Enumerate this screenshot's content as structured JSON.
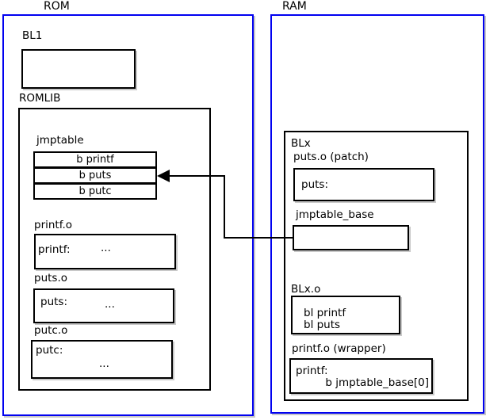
{
  "diagram": {
    "rom": {
      "title": "ROM",
      "bl1": {
        "label": "BL1"
      },
      "romlib": {
        "label": "ROMLIB",
        "jmptable": {
          "label": "jmptable",
          "entries": [
            "b printf",
            "b puts",
            "b putc"
          ]
        },
        "printf_o": {
          "label": "printf.o",
          "symbol": "printf:",
          "body": "..."
        },
        "puts_o": {
          "label": "puts.o",
          "symbol": "puts:",
          "body": "..."
        },
        "putc_o": {
          "label": "putc.o",
          "symbol": "putc:",
          "body": "..."
        }
      }
    },
    "ram": {
      "title": "RAM",
      "blx": {
        "label": "BLx",
        "puts_patch": {
          "label": "puts.o (patch)",
          "symbol": "puts:"
        },
        "jmptable_base": {
          "label": "jmptable_base"
        },
        "blx_o": {
          "label": "BLx.o",
          "line1": "bl printf",
          "line2": "bl puts"
        },
        "printf_wrapper": {
          "label": "printf.o (wrapper)",
          "symbol": "printf:",
          "body": "b jmptable_base[0]"
        }
      }
    },
    "arrow": {
      "meaning": "jmptable_base points to jmptable b puts entry"
    },
    "colors": {
      "frame_blue": "#0101f0",
      "line_black": "#000000",
      "shadow_gray": "#c8c8c8",
      "background": "#ffffff"
    }
  }
}
